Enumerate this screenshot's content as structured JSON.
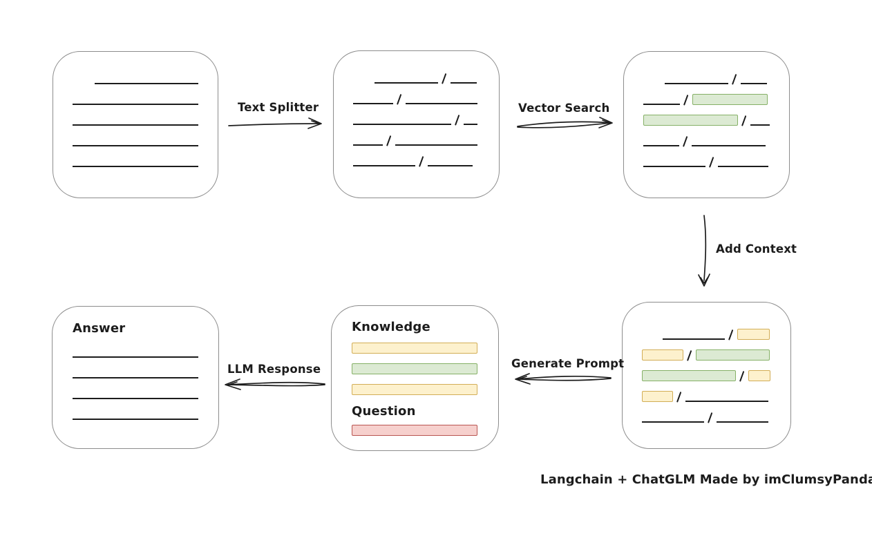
{
  "caption": "Langchain + ChatGLM Made by imClumsyPanda",
  "colors": {
    "stroke": "#1c1c1c",
    "box_border": "#8c8c8c",
    "background": "#ffffff",
    "green_fill": "#dcead3",
    "green_border": "#85b066",
    "yellow_fill": "#fdf1cd",
    "yellow_border": "#d2ad55",
    "red_fill": "#f6d0cd",
    "red_border": "#b85450"
  },
  "arrows": {
    "text_splitter": "Text Splitter",
    "vector_search": "Vector Search",
    "add_context": "Add Context",
    "generate_prompt": "Generate Prompt",
    "llm_response": "LLM Response"
  },
  "boxes": {
    "document": {
      "rows": [
        [
          {
            "t": "gap",
            "w": 32
          },
          {
            "t": "line",
            "w": 150
          }
        ],
        [
          {
            "t": "line",
            "w": 182
          }
        ],
        [
          {
            "t": "line",
            "w": 182
          }
        ],
        [
          {
            "t": "line",
            "w": 182
          }
        ],
        [
          {
            "t": "line",
            "w": 182
          }
        ]
      ]
    },
    "split": {
      "rows": [
        [
          {
            "t": "gap",
            "w": 31
          },
          {
            "t": "line",
            "w": 92
          },
          {
            "t": "slash"
          },
          {
            "t": "line",
            "w": 38
          }
        ],
        [
          {
            "t": "line",
            "w": 58
          },
          {
            "t": "slash"
          },
          {
            "t": "line",
            "w": 104
          }
        ],
        [
          {
            "t": "line",
            "w": 142
          },
          {
            "t": "slash"
          },
          {
            "t": "line",
            "w": 20
          }
        ],
        [
          {
            "t": "line",
            "w": 43
          },
          {
            "t": "slash"
          },
          {
            "t": "line",
            "w": 119
          }
        ],
        [
          {
            "t": "line",
            "w": 90
          },
          {
            "t": "slash"
          },
          {
            "t": "line",
            "w": 65
          }
        ]
      ]
    },
    "vector_result": {
      "rows": [
        [
          {
            "t": "gap",
            "w": 31
          },
          {
            "t": "line",
            "w": 92
          },
          {
            "t": "slash"
          },
          {
            "t": "line",
            "w": 38
          }
        ],
        [
          {
            "t": "line",
            "w": 53
          },
          {
            "t": "slash"
          },
          {
            "t": "chip",
            "c": "green",
            "w": 109
          }
        ],
        [
          {
            "t": "chip",
            "c": "green",
            "w": 138
          },
          {
            "t": "slash"
          },
          {
            "t": "line",
            "w": 28
          }
        ],
        [
          {
            "t": "line",
            "w": 52
          },
          {
            "t": "slash"
          },
          {
            "t": "line",
            "w": 107
          }
        ],
        [
          {
            "t": "line",
            "w": 90
          },
          {
            "t": "slash"
          },
          {
            "t": "line",
            "w": 73
          }
        ]
      ]
    },
    "context": {
      "rows": [
        [
          {
            "t": "gap",
            "w": 30
          },
          {
            "t": "line",
            "w": 90
          },
          {
            "t": "slash"
          },
          {
            "t": "chip",
            "c": "yellow",
            "w": 47
          }
        ],
        [
          {
            "t": "chip",
            "c": "yellow",
            "w": 60
          },
          {
            "t": "slash"
          },
          {
            "t": "chip",
            "c": "green",
            "w": 107
          }
        ],
        [
          {
            "t": "chip",
            "c": "green",
            "w": 136
          },
          {
            "t": "slash"
          },
          {
            "t": "chip",
            "c": "yellow",
            "w": 32
          }
        ],
        [
          {
            "t": "chip",
            "c": "yellow",
            "w": 45
          },
          {
            "t": "slash"
          },
          {
            "t": "line",
            "w": 120
          }
        ],
        [
          {
            "t": "line",
            "w": 90
          },
          {
            "t": "slash"
          },
          {
            "t": "line",
            "w": 75
          }
        ]
      ]
    },
    "prompt": {
      "knowledge_label": "Knowledge",
      "question_label": "Question",
      "knowledge_rows": [
        [
          {
            "t": "chip",
            "c": "yellow",
            "w": 182
          }
        ],
        [
          {
            "t": "chip",
            "c": "green",
            "w": 182
          }
        ],
        [
          {
            "t": "chip",
            "c": "yellow",
            "w": 182
          }
        ]
      ],
      "question_rows": [
        [
          {
            "t": "chip",
            "c": "red",
            "w": 182
          }
        ]
      ]
    },
    "answer": {
      "label": "Answer",
      "rows": [
        [
          {
            "t": "line",
            "w": 182
          }
        ],
        [
          {
            "t": "line",
            "w": 182
          }
        ],
        [
          {
            "t": "line",
            "w": 182
          }
        ],
        [
          {
            "t": "line",
            "w": 182
          }
        ]
      ]
    }
  }
}
